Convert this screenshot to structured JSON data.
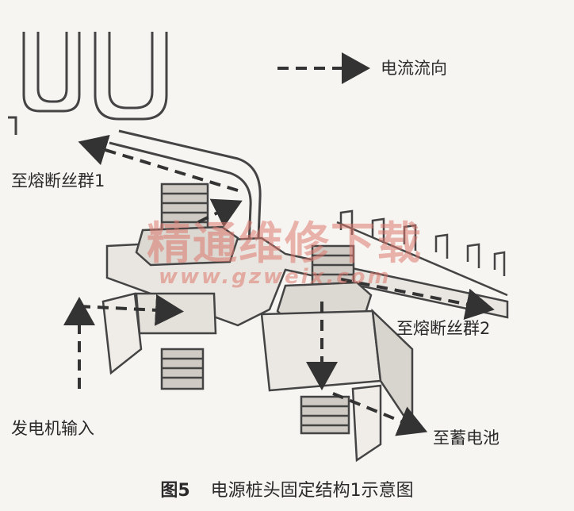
{
  "legend": {
    "label": "电流流向"
  },
  "labels": {
    "fuse_group_1": "至熔断丝群1",
    "fuse_group_2": "至熔断丝群2",
    "battery": "至蓄电池",
    "generator_input": "发电机输入"
  },
  "watermark": {
    "text": "精通维修下载",
    "url": "www.gzweix.com"
  },
  "caption": {
    "figure_number": "图5",
    "title": "电源桩头固定结构1示意图"
  }
}
